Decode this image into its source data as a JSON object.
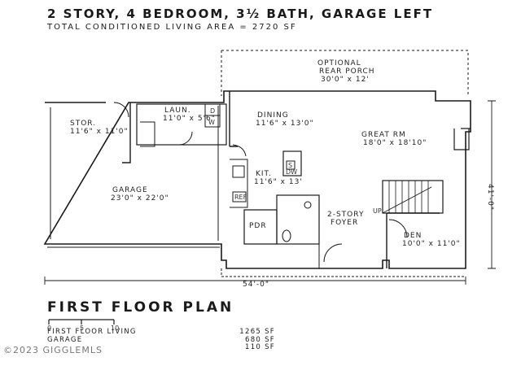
{
  "header": {
    "title": "2 STORY, 4 BEDROOM, 3½ BATH, GARAGE LEFT",
    "subtitle": "TOTAL CONDITIONED LIVING AREA = 2720 SF"
  },
  "rooms": {
    "porch_label": "OPTIONAL",
    "porch_name": "REAR PORCH",
    "porch_size": "30'0\" x 12'",
    "stor_name": "STOR.",
    "stor_size": "11'6\" x 11'0\"",
    "laun_name": "LAUN.",
    "laun_size": "11'0\" x 5'6\"",
    "dryer": "D",
    "washer": "W",
    "dining_name": "DINING",
    "dining_size": "11'6\" x 13'0\"",
    "great_name": "GREAT RM",
    "great_size": "18'0\" x 18'10\"",
    "kit_name": "KIT.",
    "kit_size": "11'6\" x 13'",
    "garage_name": "GARAGE",
    "garage_size": "23'0\" x 22'0\"",
    "pdr": "PDR",
    "foyer_name": "2-STORY",
    "foyer_label": "FOYER",
    "den_name": "DEN",
    "den_size": "10'0\" x 11'0\"",
    "ref": "REF",
    "island_s": "S",
    "island_dw": "DW",
    "up": "UP"
  },
  "dimensions": {
    "width": "54'-0\"",
    "depth": "41'-0\""
  },
  "footer": {
    "plan_heading": "FIRST FLOOR PLAN",
    "scale_ticks": [
      "0",
      "5",
      "10"
    ],
    "areas": [
      {
        "label": "FIRST FLOOR LIVING",
        "value": "1265 SF"
      },
      {
        "label": "GARAGE",
        "value": "680 SF"
      },
      {
        "label": "",
        "value": "110 SF"
      }
    ],
    "copyright": "©2023 GIGGLEMLS"
  }
}
